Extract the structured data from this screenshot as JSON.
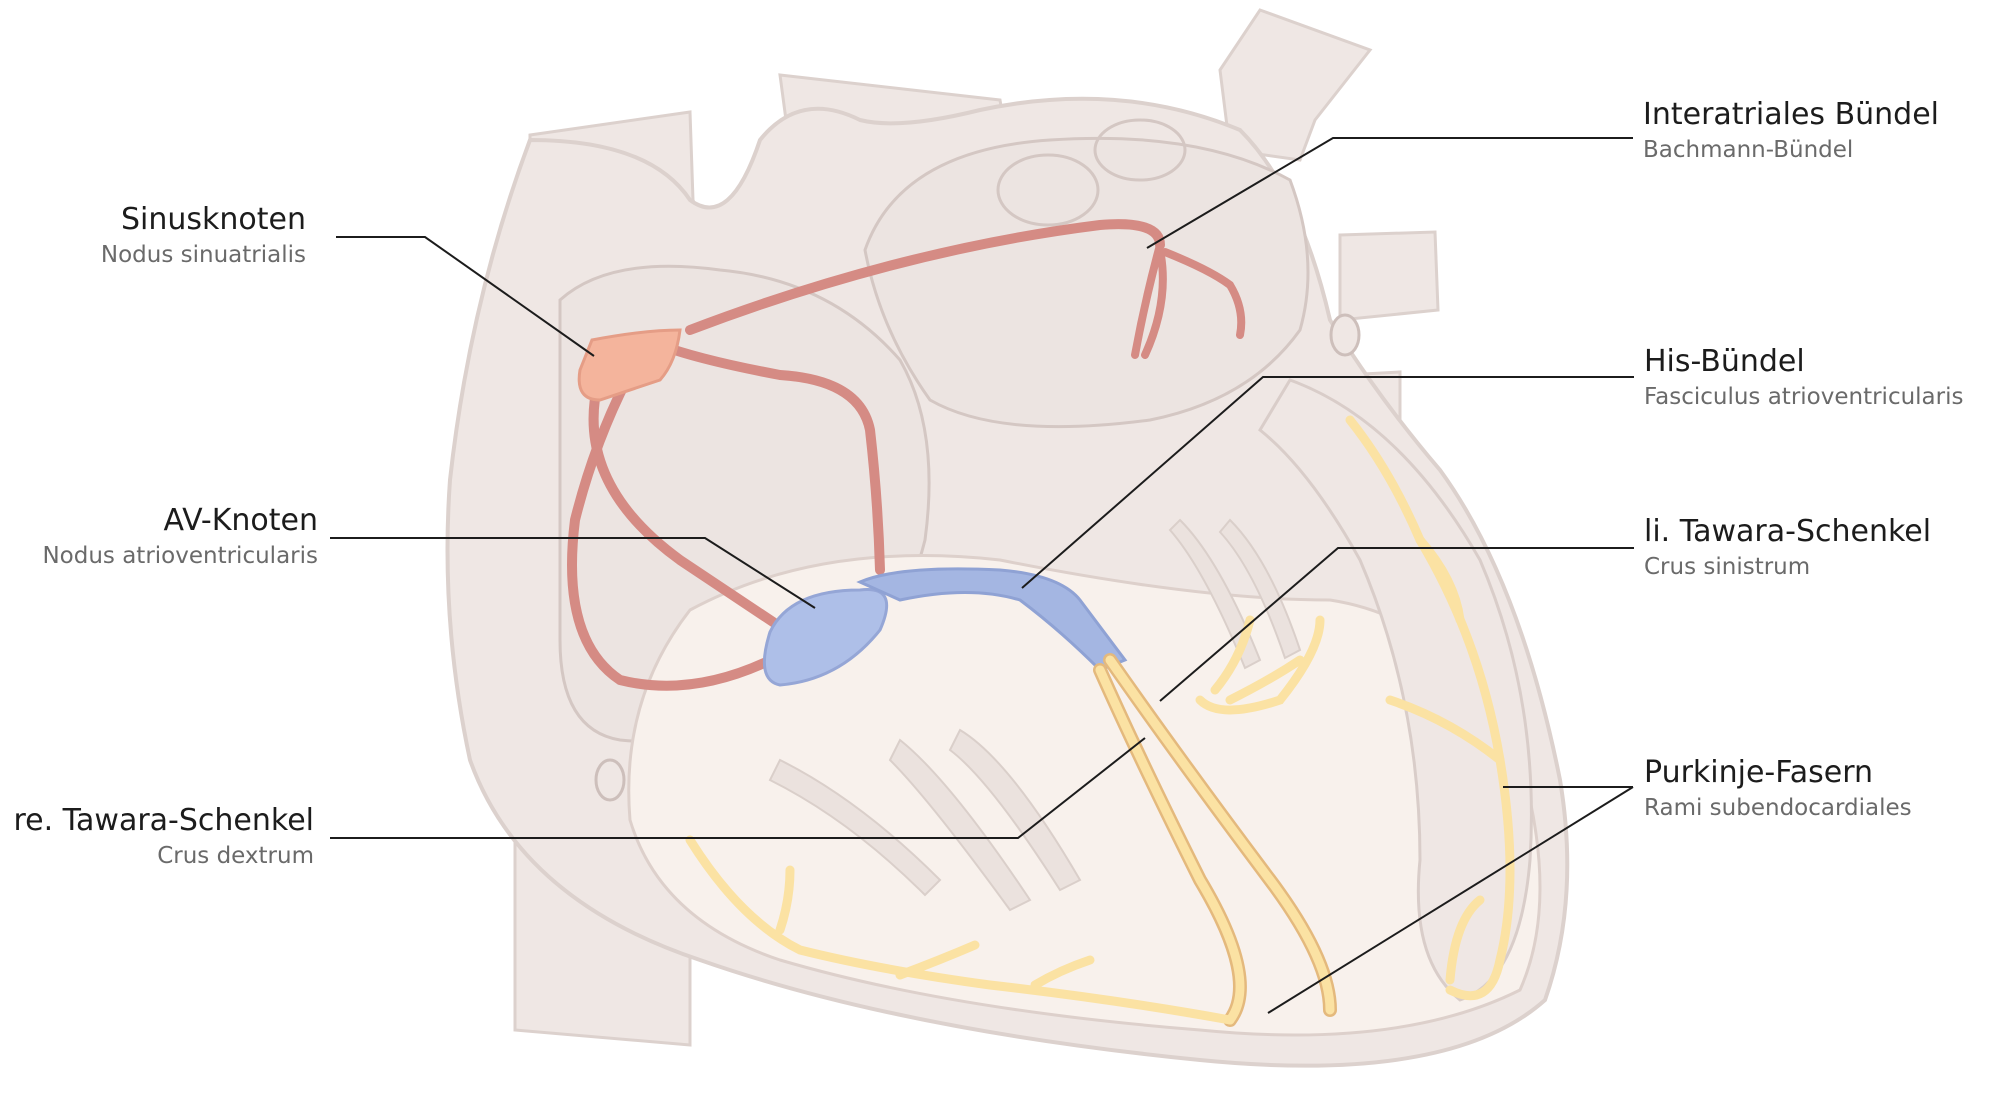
{
  "colors": {
    "heart_fill": "#efe7e4",
    "heart_outline": "#d9cdc9",
    "chamber_fill": "#f8f1ec",
    "conduction_red": "#d98c86",
    "sinus_node": "#f4b49c",
    "av_node": "#aebfe8",
    "purkinje": "#fbe2a3",
    "purkinje_edge": "#e1b071",
    "leader_line": "#1c1c1c"
  },
  "labels": {
    "sinus": {
      "main": "Sinusknoten",
      "sub": "Nodus sinuatrialis"
    },
    "av": {
      "main": "AV-Knoten",
      "sub": "Nodus atrioventricularis"
    },
    "re_tawara": {
      "main": "re. Tawara-Schenkel",
      "sub": "Crus dextrum"
    },
    "interatrial": {
      "main": "Interatriales Bündel",
      "sub": "Bachmann-Bündel"
    },
    "his": {
      "main": "His-Bündel",
      "sub": "Fasciculus atrioventricularis"
    },
    "li_tawara": {
      "main": "li. Tawara-Schenkel",
      "sub": "Crus sinistrum"
    },
    "purkinje": {
      "main": "Purkinje-Fasern",
      "sub": "Rami subendocardiales"
    }
  }
}
